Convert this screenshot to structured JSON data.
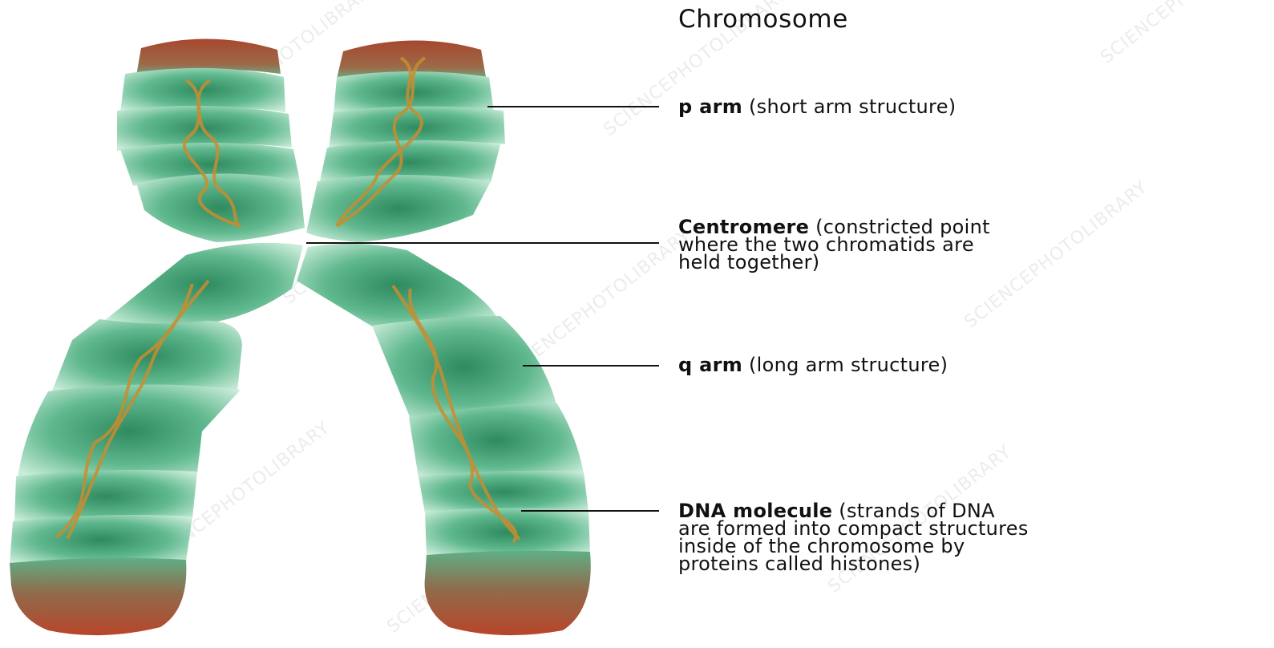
{
  "title": "Chromosome",
  "watermark": "SCIENCEPHOTOLIBRARY",
  "labels": {
    "p_arm": {
      "term": "p arm",
      "description": "(short arm structure)"
    },
    "centromere": {
      "term": "Centromere",
      "line1": "(constricted point",
      "line2": "where the two chromatids are",
      "line3": "held together)"
    },
    "q_arm": {
      "term": "q arm",
      "description": "(long arm structure)"
    },
    "dna": {
      "term": "DNA molecule",
      "line1": "(strands of DNA",
      "line2": "are formed into compact structures",
      "line3": "inside of the chromosome by",
      "line4": "proteins called histones)"
    }
  },
  "colors": {
    "chromatid_green": "#5fb88e",
    "chromatid_light": "#c9ecd9",
    "telomere_red": "#b3553a",
    "dna_gold": "#c98d2f",
    "leader_line": "#111111"
  }
}
